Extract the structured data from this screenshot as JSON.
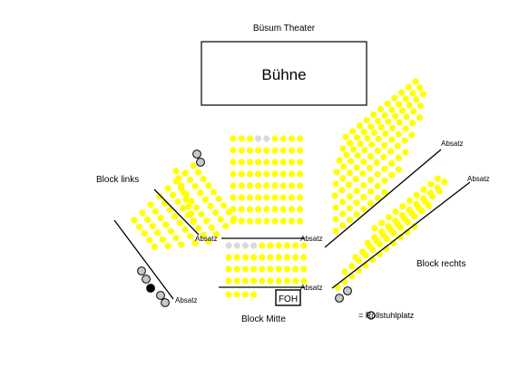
{
  "header": {
    "title": "Büsum Theater"
  },
  "stage": {
    "label": "Bühne"
  },
  "blocks": {
    "left": {
      "label": "Block links"
    },
    "middle": {
      "label": "Block Mitte"
    },
    "right": {
      "label": "Block rechts"
    }
  },
  "aisles": {
    "label": "Absatz"
  },
  "foh": {
    "label": "FOH"
  },
  "legend": {
    "wheelchair_label": "= Rollstuhlplatz"
  },
  "colors": {
    "seat": "#ffff00",
    "seat_reserved": "#d9d9d9",
    "line": "#000000",
    "wheelchair_fill": "#c8c8c8",
    "wheelchair_occupied": "#000000"
  }
}
